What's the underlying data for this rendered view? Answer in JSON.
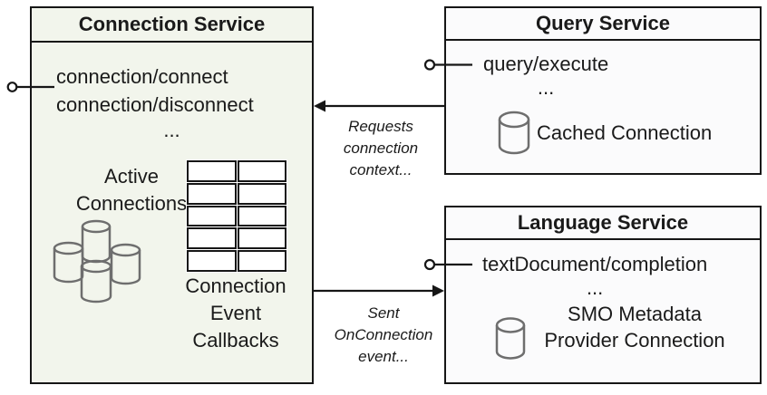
{
  "connection_service": {
    "title": "Connection Service",
    "method_1": "connection/connect",
    "method_2": "connection/disconnect",
    "ellipsis": "...",
    "active_line1": "Active",
    "active_line2": "Connections",
    "callbacks_line1": "Connection",
    "callbacks_line2": "Event",
    "callbacks_line3": "Callbacks"
  },
  "query_service": {
    "title": "Query Service",
    "method_1": "query/execute",
    "ellipsis": "...",
    "connection_label": "Cached Connection"
  },
  "language_service": {
    "title": "Language Service",
    "method_1": "textDocument/completion",
    "ellipsis": "...",
    "connection_label_line1": "SMO Metadata",
    "connection_label_line2": "Provider Connection"
  },
  "arrow_requests": {
    "line1": "Requests",
    "line2": "connection",
    "line3": "context..."
  },
  "arrow_sent": {
    "line1": "Sent",
    "line2": "OnConnection",
    "line3": "event..."
  },
  "colors": {
    "connection_box_bg": "#f2f5ec",
    "service_box_bg": "#fbfbfc",
    "stroke": "#161616",
    "cylinder_stroke": "#6e6e6e"
  }
}
